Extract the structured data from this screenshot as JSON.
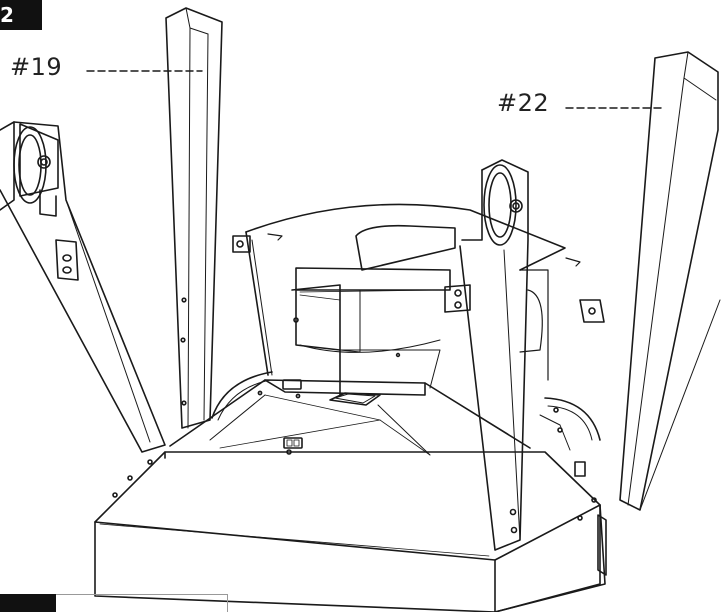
{
  "figure": {
    "step_label": "2",
    "next_step_label": "",
    "callouts": [
      {
        "id": "c19",
        "text": "#19"
      },
      {
        "id": "c22",
        "text": "#22"
      }
    ]
  },
  "colors": {
    "line": "#1a1a1a",
    "background": "#ffffff"
  }
}
